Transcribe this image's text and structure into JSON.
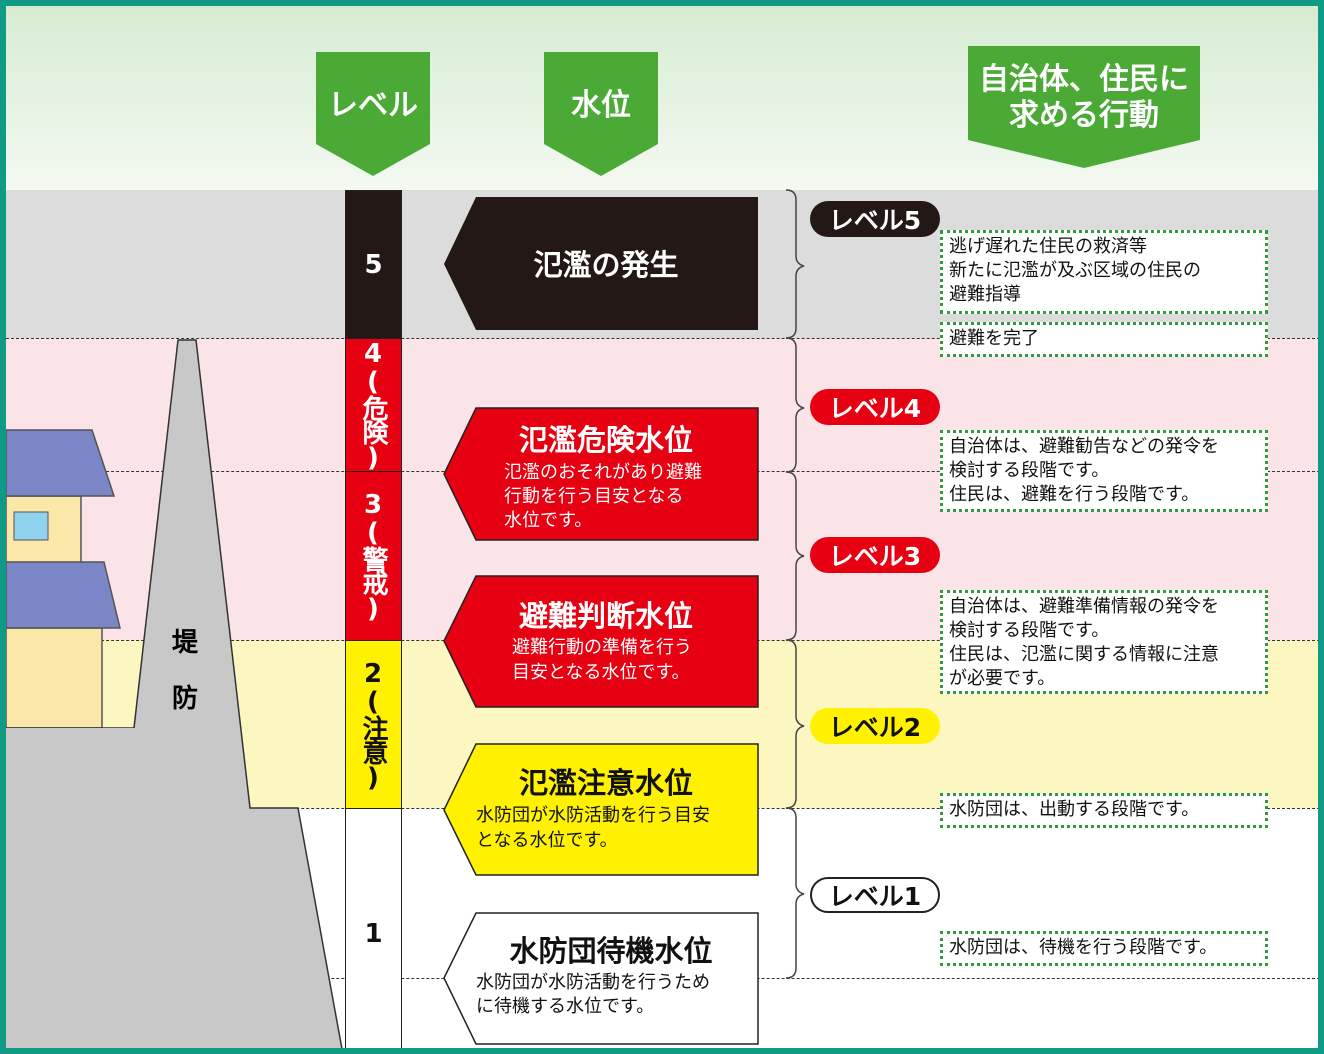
{
  "header": {
    "level_label": "レベル",
    "water_label": "水位",
    "action_label_line1": "自治体、住民に",
    "action_label_line2": "求める行動"
  },
  "levels": {
    "l5": "5",
    "l4": "4(危険)",
    "l3": "3(警戒)",
    "l2": "2(注意)",
    "l1": "1"
  },
  "water_levels": {
    "flood": {
      "title": "氾濫の発生"
    },
    "danger": {
      "title": "氾濫危険水位",
      "desc": [
        "氾濫のおそれがあり避難",
        "行動を行う目安となる",
        "水位です。"
      ]
    },
    "evac": {
      "title": "避難判断水位",
      "desc": [
        "避難行動の準備を行う",
        "目安となる水位です。"
      ]
    },
    "caution": {
      "title": "氾濫注意水位",
      "desc": [
        "水防団が水防活動を行う目安",
        "となる水位です。"
      ]
    },
    "standby": {
      "title": "水防団待機水位",
      "desc": [
        "水防団が水防活動を行うため",
        "に待機する水位です。"
      ]
    }
  },
  "badges": {
    "b5": "レベル5",
    "b4": "レベル4",
    "b3": "レベル3",
    "b2": "レベル2",
    "b1": "レベル1"
  },
  "actions": {
    "a5": [
      "逃げ遅れた住民の救済等",
      "新たに氾濫が及ぶ区域の住民の",
      "避難指導"
    ],
    "a5b": "避難を完了",
    "a4": [
      "自治体は、避難勧告などの発令を",
      "検討する段階です。",
      "住民は、避難を行う段階です。"
    ],
    "a3": [
      "自治体は、避難準備情報の発令を",
      "検討する段階です。",
      "住民は、氾濫に関する情報に注意",
      "が必要です。"
    ],
    "a2": "水防団は、出動する段階です。",
    "a1": "水防団は、待機を行う段階です。"
  },
  "levee_label": [
    "堤",
    "防"
  ],
  "colors": {
    "header_green": "#4aaa35",
    "frame": "#0f9a86",
    "level5": "#231815",
    "level4_3": "#e60012",
    "level2": "#fff100",
    "band5": "#dcdcdc",
    "band4_3": "#fbe4e8",
    "band2": "#fcf6c0",
    "house_roof": "#7b86c6",
    "house_wall": "#fbe8a8"
  }
}
